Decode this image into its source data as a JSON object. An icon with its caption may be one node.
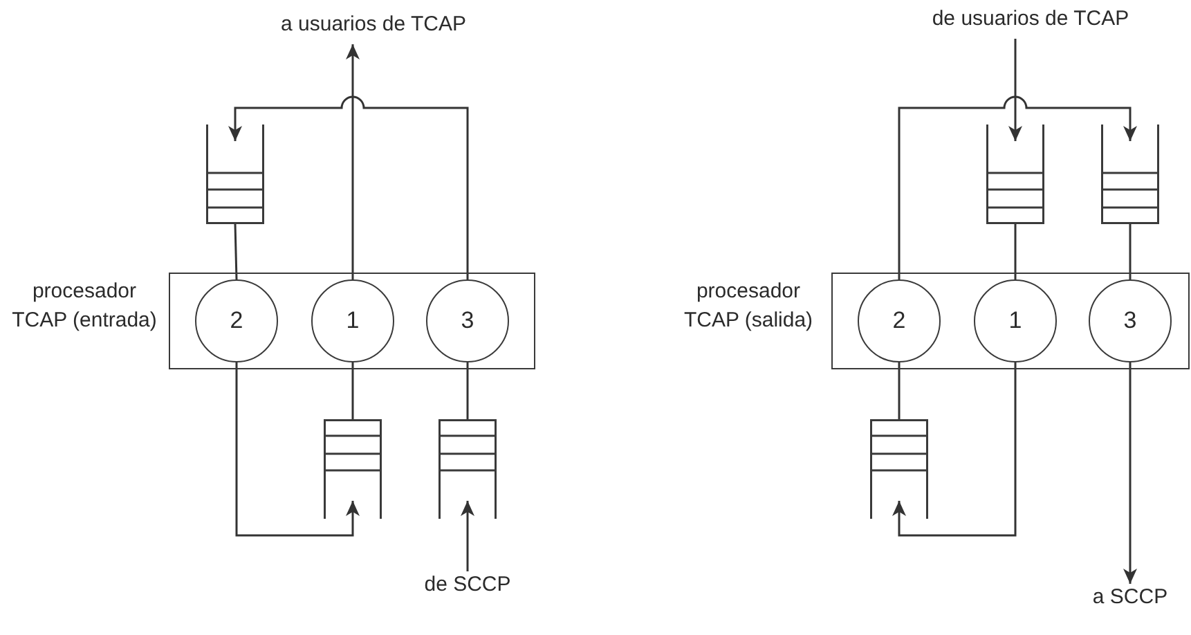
{
  "diagram": {
    "nodes": [
      {
        "text": [
          "a usuarios de TCAP"
        ]
      },
      {
        "text": [
          "procesador TCAP (entrada)"
        ]
      },
      {
        "text": [
          "2"
        ],
        "in": 1
      },
      {
        "text": [
          "1"
        ],
        "in": 1
      },
      {
        "text": [
          "3"
        ],
        "in": 1
      },
      {
        "text": [],
        "shape": "queue"
      },
      {
        "text": [],
        "shape": "queue"
      },
      {
        "text": [],
        "shape": "queue"
      },
      {
        "text": [
          "de SCCP"
        ]
      },
      {
        "text": [
          "de usuarios de TCAP"
        ]
      },
      {
        "text": [
          "procesador TCAP (salida)"
        ]
      },
      {
        "text": [
          "2"
        ],
        "in": 10
      },
      {
        "text": [
          "1"
        ],
        "in": 10
      },
      {
        "text": [
          "3"
        ],
        "in": 10
      },
      {
        "text": [],
        "shape": "queue"
      },
      {
        "text": [],
        "shape": "queue"
      },
      {
        "text": [],
        "shape": "queue"
      },
      {
        "text": [
          "a SCCP"
        ]
      }
    ],
    "edges": [
      {
        "from": 3,
        "to": 0,
        "arrow": "to"
      },
      {
        "from": 4,
        "to": 5,
        "arrow": "to"
      },
      {
        "from": 5,
        "to": 2,
        "arrow": "none"
      },
      {
        "from": 6,
        "to": 3,
        "arrow": "none"
      },
      {
        "from": 7,
        "to": 4,
        "arrow": "none"
      },
      {
        "from": 2,
        "to": 6,
        "arrow": "to"
      },
      {
        "from": 8,
        "to": 7,
        "arrow": "to"
      },
      {
        "from": 9,
        "to": 14,
        "arrow": "to"
      },
      {
        "from": 11,
        "to": 15,
        "arrow": "to"
      },
      {
        "from": 14,
        "to": 12,
        "arrow": "none"
      },
      {
        "from": 15,
        "to": 13,
        "arrow": "none"
      },
      {
        "from": 16,
        "to": 11,
        "arrow": "none"
      },
      {
        "from": 12,
        "to": 16,
        "arrow": "to"
      },
      {
        "from": 13,
        "to": 17,
        "arrow": "to"
      }
    ]
  }
}
